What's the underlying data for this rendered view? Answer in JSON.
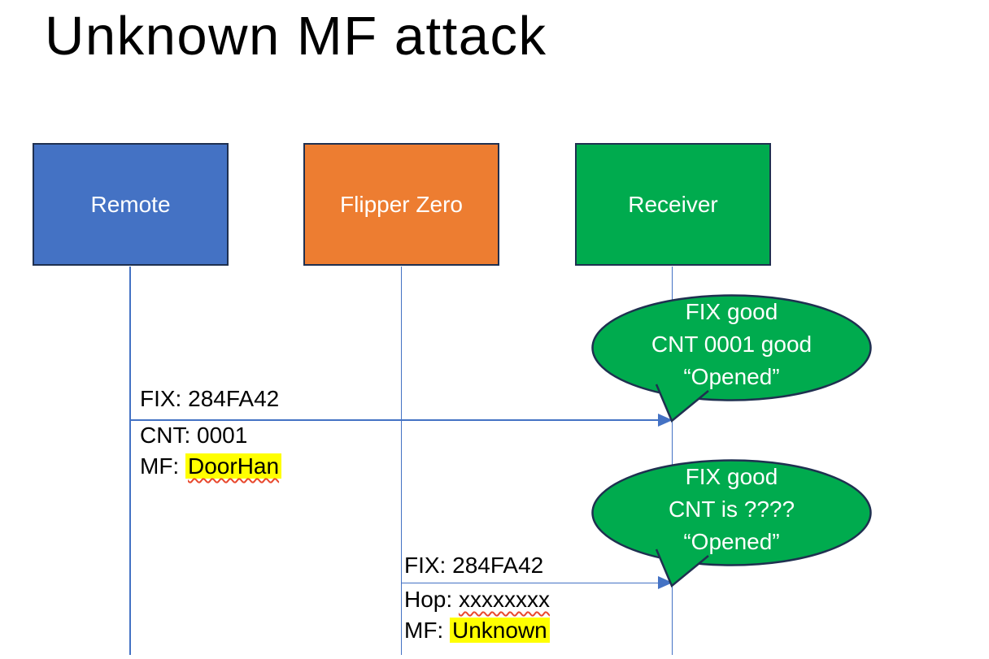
{
  "slide": {
    "title": "Unknown MF attack"
  },
  "actors": [
    {
      "id": "remote",
      "label": "Remote"
    },
    {
      "id": "flipper",
      "label": "Flipper Zero"
    },
    {
      "id": "receiver",
      "label": "Receiver"
    }
  ],
  "messages": [
    {
      "from": "Remote",
      "to": "Receiver",
      "above_label": "FIX: 284FA42",
      "below_lines": [
        {
          "prefix": "CNT: ",
          "value": "0001",
          "highlight": false,
          "squiggle": false
        },
        {
          "prefix": "MF: ",
          "value": "DoorHan",
          "highlight": true,
          "squiggle": true
        }
      ]
    },
    {
      "from": "Flipper Zero",
      "to": "Receiver",
      "above_label": "FIX: 284FA42",
      "below_lines": [
        {
          "prefix": "Hop: ",
          "value": "xxxxxxxx",
          "highlight": false,
          "squiggle": true
        },
        {
          "prefix": "MF: ",
          "value": "Unknown",
          "highlight": true,
          "squiggle": false
        }
      ]
    }
  ],
  "callouts": [
    {
      "target": "Receiver",
      "lines": [
        "FIX good",
        "CNT 0001 good",
        "“Opened”"
      ]
    },
    {
      "target": "Receiver",
      "lines": [
        "FIX good",
        "CNT is ????",
        "“Opened”"
      ]
    }
  ],
  "colors": {
    "page_bg": "#FFFFFF",
    "remote_fill": "#4472C4",
    "flipper_fill": "#ED7D31",
    "receiver_fill": "#00AB4E",
    "callout_fill": "#00AB4E",
    "shape_border": "#1F3050",
    "connector_blue": "#4472C4",
    "highlight_yellow": "#FFFF00",
    "squiggle_red": "#E8492E",
    "text_white": "#FFFFFF",
    "text_black": "#000000"
  }
}
